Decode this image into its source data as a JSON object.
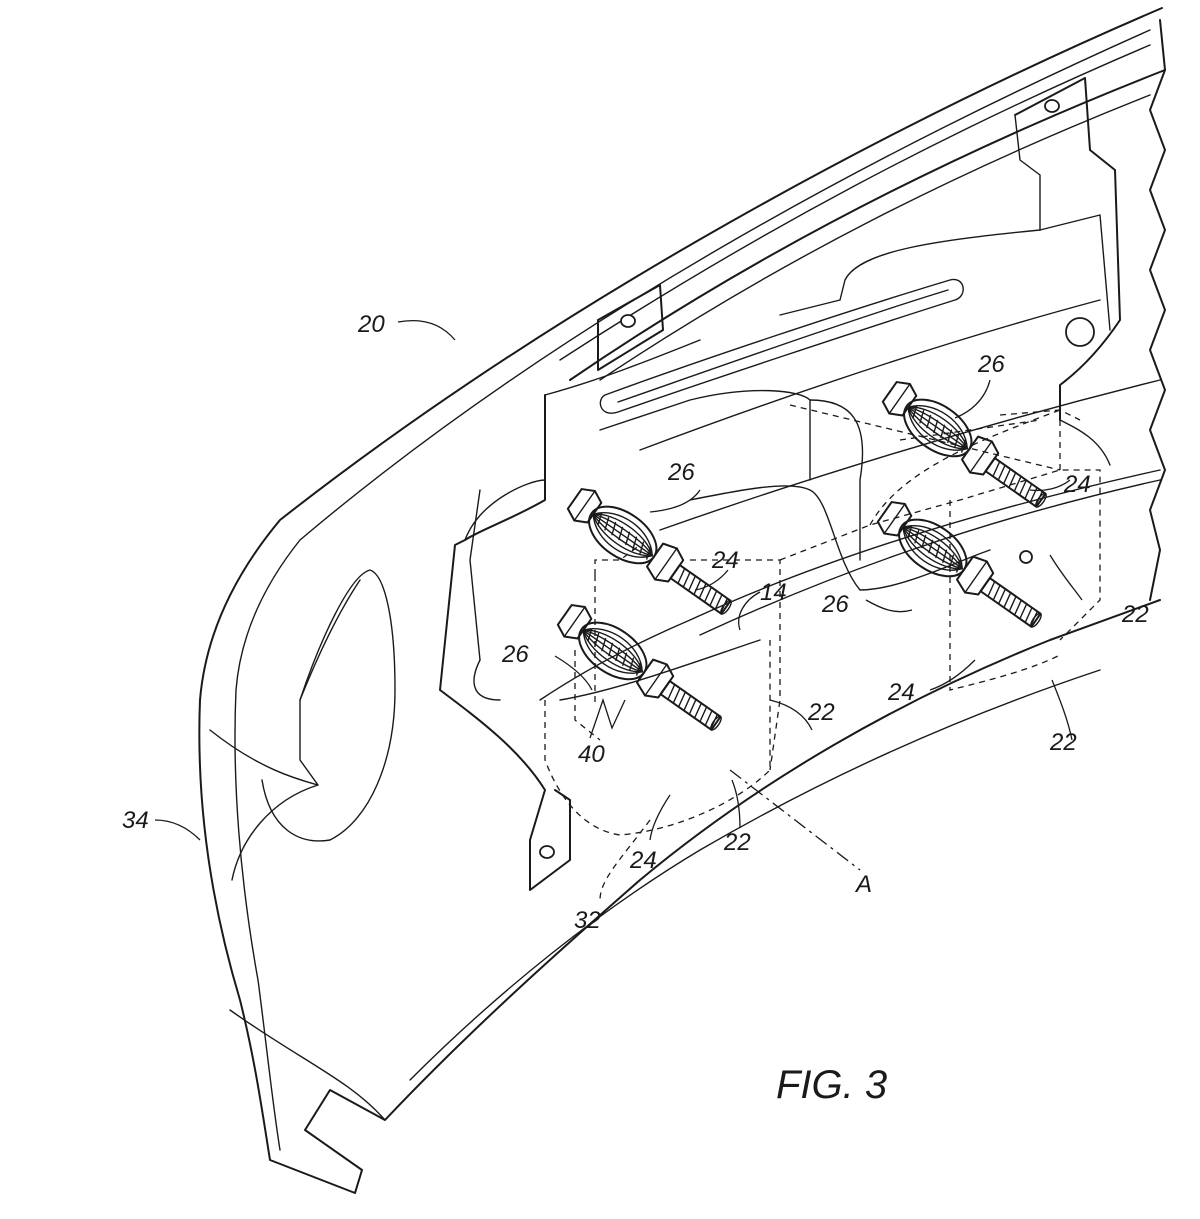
{
  "figure": {
    "caption": "FIG. 3"
  },
  "reference_labels": {
    "bumper_beam": "20",
    "fascia": "34",
    "bracket": "14",
    "bolt": "22",
    "nut": "24",
    "retainer": "26",
    "wire": "40",
    "pocket": "32",
    "axis": "A"
  }
}
